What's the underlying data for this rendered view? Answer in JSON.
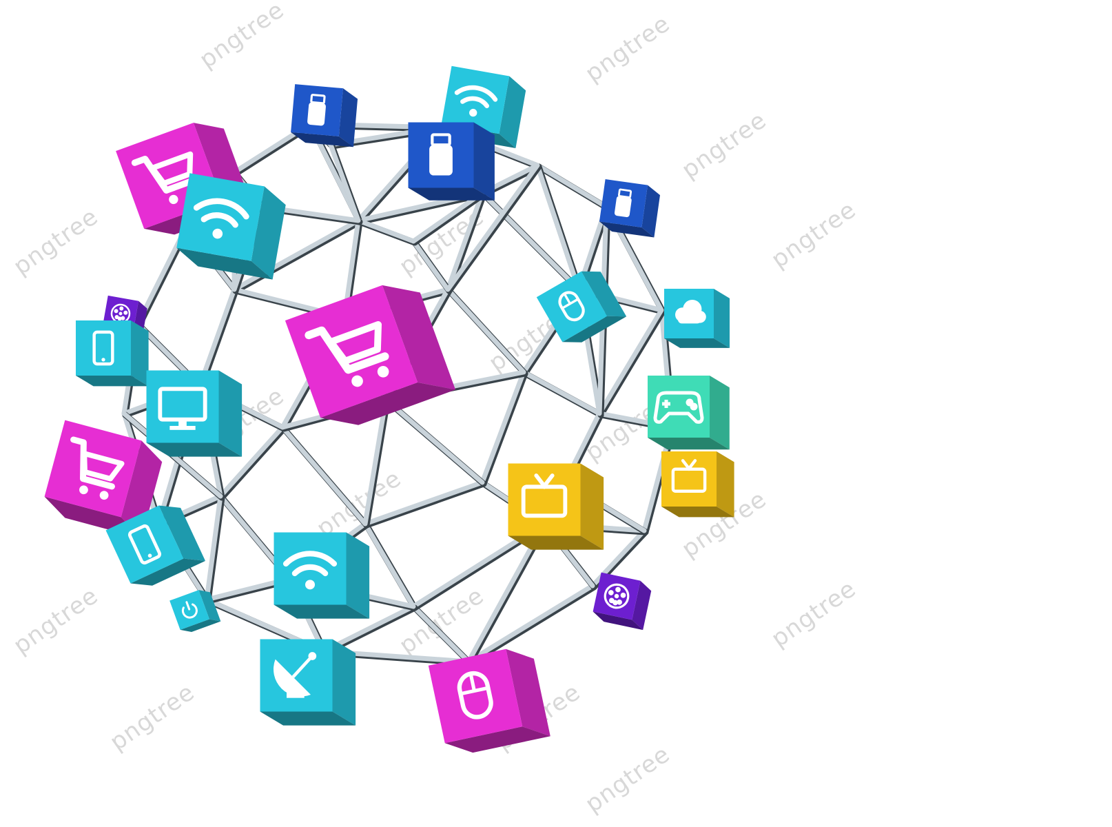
{
  "image": {
    "subject": "wireframe sphere with app icon cubes",
    "watermark_text": "pngtree",
    "colors": {
      "frame": "#c9d3da",
      "frame_edge": "#39434a",
      "cyan": "#27c6de",
      "magenta": "#e62ed3",
      "blue": "#1f57c9",
      "yellow": "#f5c418",
      "purple": "#6d1fd0",
      "green": "#3fdcb6",
      "background": "#ffffff"
    },
    "cubes": [
      {
        "icon": "shopping-cart-icon",
        "color": "magenta"
      },
      {
        "icon": "wifi-icon",
        "color": "cyan"
      },
      {
        "icon": "usb-icon",
        "color": "blue"
      },
      {
        "icon": "wifi-icon",
        "color": "cyan"
      },
      {
        "icon": "usb-icon",
        "color": "blue"
      },
      {
        "icon": "usb-icon",
        "color": "blue"
      },
      {
        "icon": "film-reel-icon",
        "color": "purple"
      },
      {
        "icon": "smartphone-icon",
        "color": "cyan"
      },
      {
        "icon": "shopping-cart-icon",
        "color": "magenta"
      },
      {
        "icon": "monitor-icon",
        "color": "cyan"
      },
      {
        "icon": "cloud-icon",
        "color": "cyan"
      },
      {
        "icon": "mouse-icon",
        "color": "cyan"
      },
      {
        "icon": "game-controller-icon",
        "color": "green"
      },
      {
        "icon": "tv-icon",
        "color": "yellow"
      },
      {
        "icon": "tv-icon",
        "color": "yellow"
      },
      {
        "icon": "shopping-cart-icon",
        "color": "magenta"
      },
      {
        "icon": "smartphone-icon",
        "color": "cyan"
      },
      {
        "icon": "wifi-icon",
        "color": "cyan"
      },
      {
        "icon": "film-reel-icon",
        "color": "purple"
      },
      {
        "icon": "satellite-dish-icon",
        "color": "cyan"
      },
      {
        "icon": "mouse-icon",
        "color": "magenta"
      },
      {
        "icon": "power-icon",
        "color": "cyan"
      }
    ]
  }
}
